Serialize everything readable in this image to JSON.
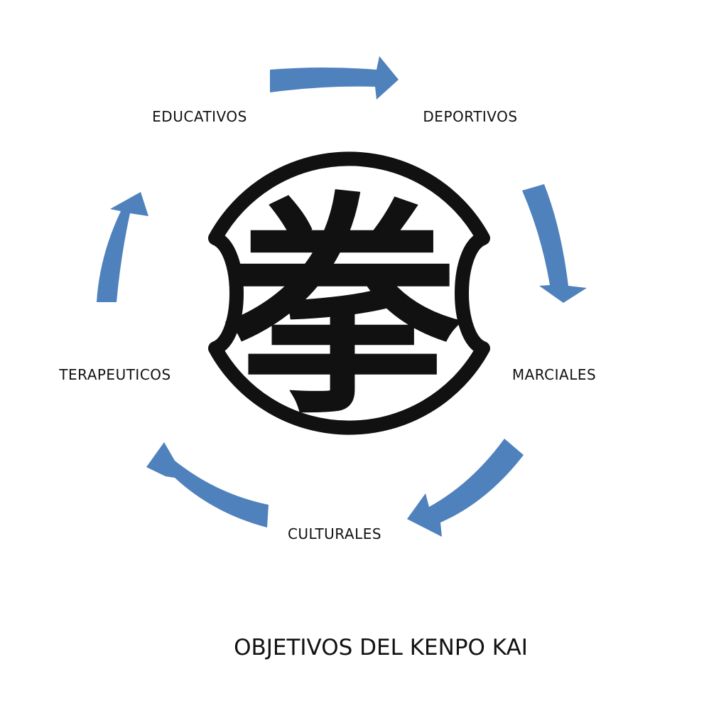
{
  "diagram": {
    "title": "OBJETIVOS DEL KENPO KAI",
    "emblem": {
      "glyph": "拳",
      "description_icon": "kenpo-fist-kanji-emblem"
    },
    "objectives": [
      {
        "id": "educativos",
        "label": "EDUCATIVOS"
      },
      {
        "id": "deportivos",
        "label": "DEPORTIVOS"
      },
      {
        "id": "marciales",
        "label": "MARCIALES"
      },
      {
        "id": "culturales",
        "label": "CULTURALES"
      },
      {
        "id": "terapeuticos",
        "label": "TERAPEUTICOS"
      }
    ],
    "colors": {
      "arrow": "#4f81bd",
      "emblem": "#111111",
      "text": "#111111",
      "background": "#ffffff"
    }
  }
}
